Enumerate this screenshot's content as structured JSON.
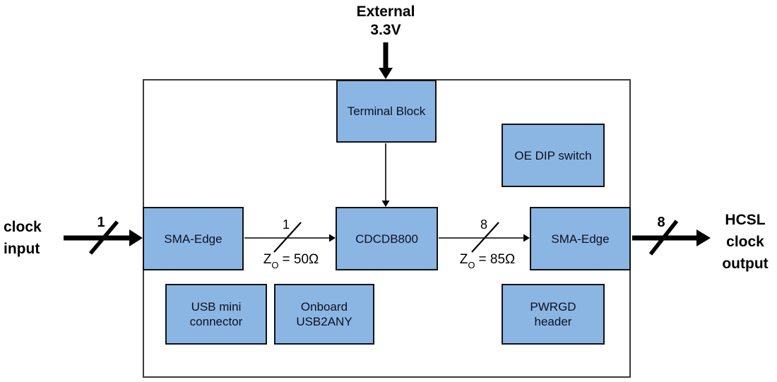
{
  "diagram": {
    "external_supply_label": "External\n3.3V",
    "clock_input_label": "clock\ninput",
    "clock_output_label": "HCSL\nclock\noutput",
    "boxes": {
      "terminal_block": "Terminal Block",
      "oe_dip_switch": "OE DIP switch",
      "sma_edge_input": "SMA-Edge",
      "cdcdb800": "CDCDB800",
      "sma_edge_output": "SMA-Edge",
      "usb_mini_connector": "USB mini\nconnector",
      "onboard_usb2any": "Onboard\nUSB2ANY",
      "pwrgd_header": "PWRGD\nheader"
    },
    "bus": {
      "input_count": "1",
      "trace_in_count": "1",
      "trace_out_count": "8",
      "output_count": "8",
      "impedance_in": {
        "z": "Z",
        "sub": "O",
        "rest": "= 50Ω"
      },
      "impedance_out": {
        "z": "Z",
        "sub": "O",
        "rest": "= 85Ω"
      }
    },
    "colors": {
      "box_fill": "#8BB6E3",
      "box_border": "#111111",
      "board_border": "#3A3A3A",
      "arrow": "#000000",
      "text": "#000000"
    }
  }
}
